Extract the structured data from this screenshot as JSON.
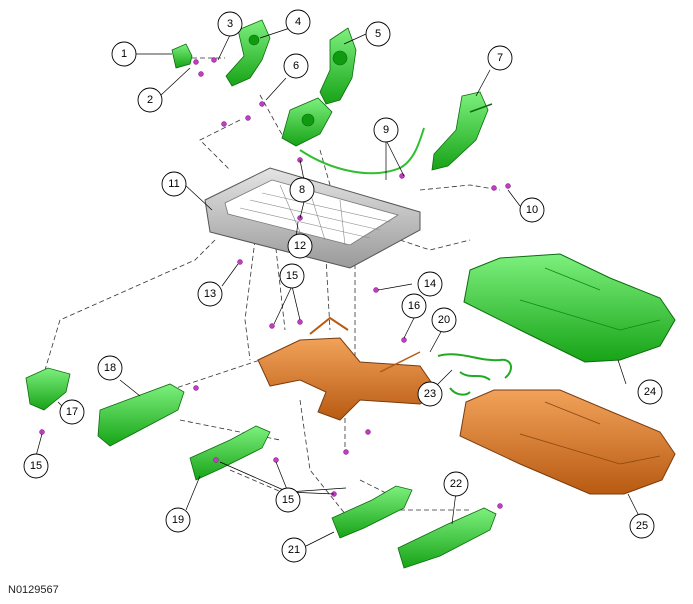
{
  "figure_code": "N0129567",
  "callouts": [
    "1",
    "2",
    "3",
    "4",
    "5",
    "6",
    "7",
    "8",
    "9",
    "10",
    "11",
    "12",
    "13",
    "14",
    "15",
    "15",
    "15",
    "15",
    "16",
    "17",
    "18",
    "19",
    "20",
    "21",
    "22",
    "23",
    "24",
    "25"
  ],
  "colors": {
    "green_part": "#2fbf2f",
    "green_dark": "#118a11",
    "orange_part": "#d9731f",
    "orange_dark": "#8a4510",
    "frame_gray": "#b9b9b9",
    "fastener": "#c03cc0"
  }
}
